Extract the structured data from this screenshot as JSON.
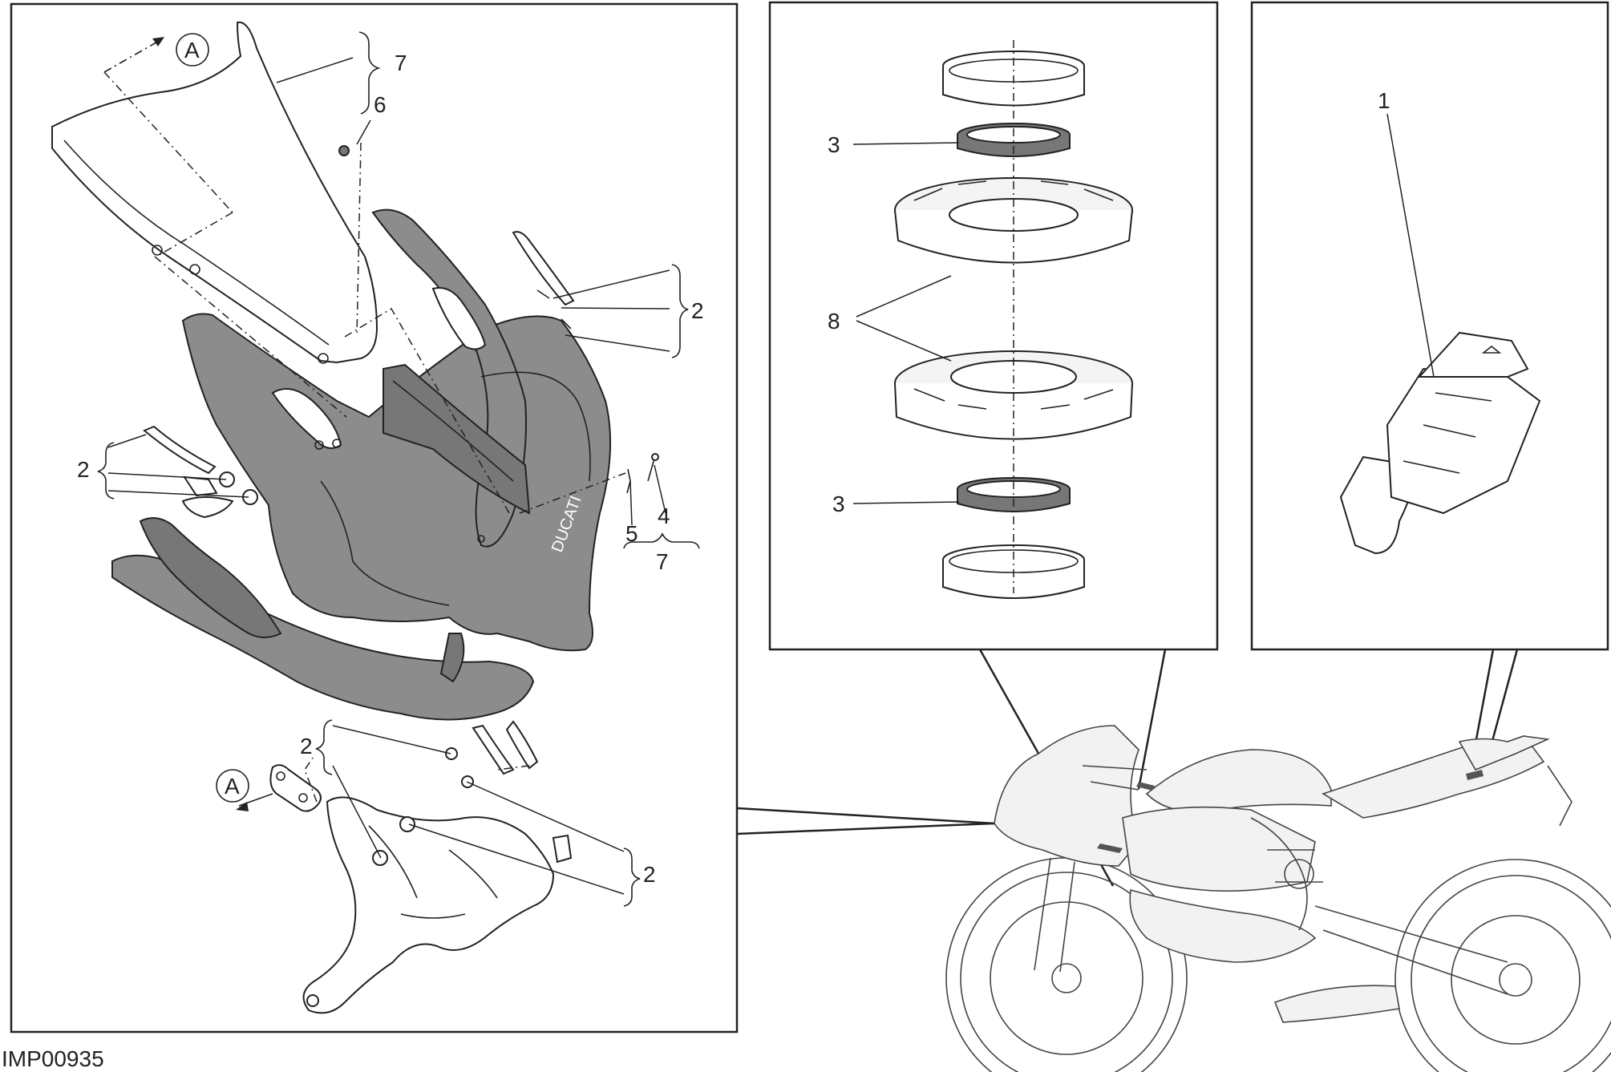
{
  "drawing_code": "IMP00935",
  "view_marker": "A",
  "callouts": {
    "c1": "1",
    "c2": "2",
    "c3": "3",
    "c4": "4",
    "c5": "5",
    "c6": "6",
    "c7": "7",
    "c8": "8"
  }
}
